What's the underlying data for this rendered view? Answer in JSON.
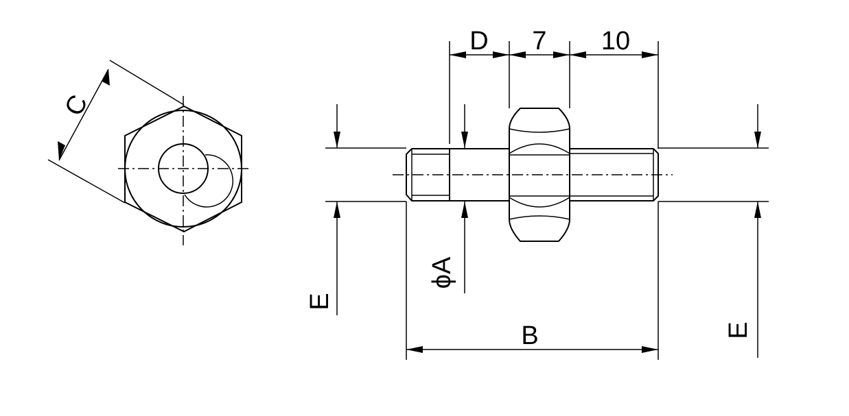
{
  "dimensions": {
    "c": "C",
    "d": "D",
    "nut_width": "7",
    "right_thread": "10",
    "dia_a": "ϕA",
    "b": "B",
    "e_left": "E",
    "e_right": "E"
  }
}
